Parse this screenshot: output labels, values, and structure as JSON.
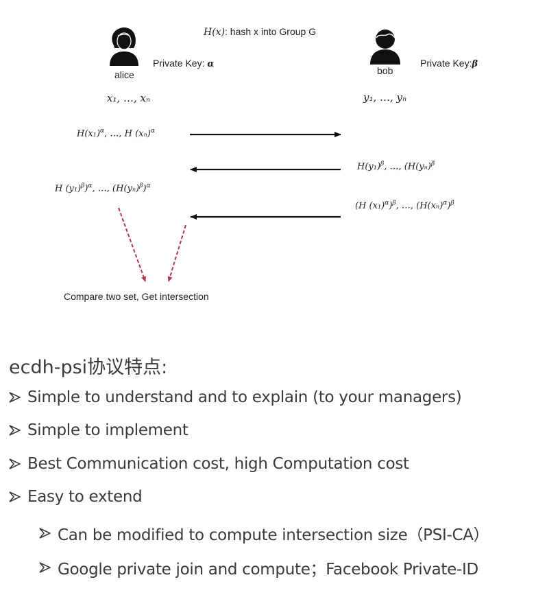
{
  "diagram": {
    "hash_note": {
      "func": "H(x)",
      "text": ":  hash x into Group G"
    },
    "alice": {
      "name": "alice",
      "private_key_label": "Private Key: ",
      "private_key_symbol": "α",
      "set": "x₁, …, xₙ",
      "icon": "person-female-icon"
    },
    "bob": {
      "name": "bob",
      "private_key_label": "Private Key:",
      "private_key_symbol": "β",
      "set": "y₁, …, yₙ",
      "icon": "person-male-icon"
    },
    "messages": [
      {
        "direction": "alice-to-bob",
        "text": "H(x₁)^α, …, H (xₙ)^α",
        "side": "left"
      },
      {
        "direction": "bob-to-alice",
        "text": "H(y₁)^β, …, (H(yₙ)^β",
        "side": "right"
      },
      {
        "direction": "bob-to-alice",
        "text": "(H (x₁)^α)^β, …, (H(xₙ)^α)^β",
        "side": "right"
      }
    ],
    "alice_computed": "H (y₁)^β)^α, …, (H(yₙ)^β)^α",
    "compare_label": "Compare two set, Get intersection",
    "colors": {
      "arrow": "#111111",
      "dashed_arrow": "#b03a4a"
    }
  },
  "slide": {
    "heading": "ecdh-psi协议特点:",
    "bullets": [
      {
        "level": 1,
        "text": "Simple to understand and to explain (to your managers)"
      },
      {
        "level": 1,
        "text": "Simple to implement"
      },
      {
        "level": 1,
        "text": "Best Communication cost, high Computation cost"
      },
      {
        "level": 1,
        "text": "Easy to extend"
      },
      {
        "level": 2,
        "text": "Can be modified to compute intersection size（PSI-CA）"
      },
      {
        "level": 2,
        "text": "Google private join and compute；Facebook Private-ID"
      }
    ]
  }
}
